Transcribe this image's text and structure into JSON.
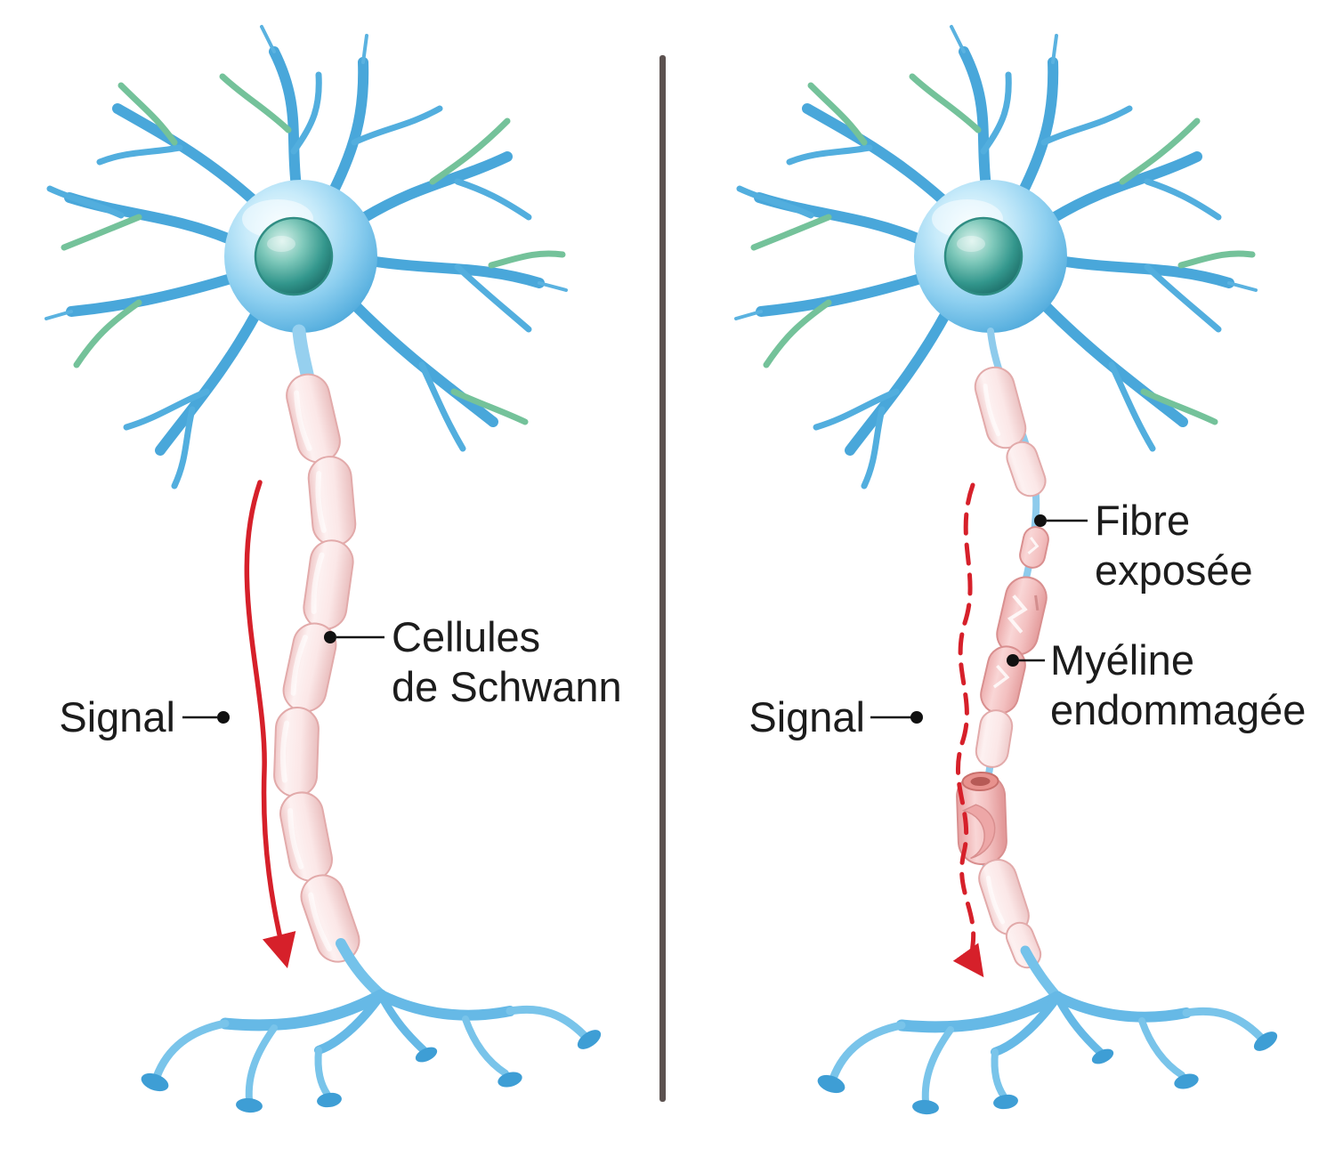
{
  "diagram": {
    "type": "medical-illustration",
    "subject": "neuron myelin comparison (healthy vs damaged)"
  },
  "labels": {
    "left": {
      "signal": "Signal",
      "schwann_line1": "Cellules",
      "schwann_line2": "de Schwann"
    },
    "right": {
      "signal": "Signal",
      "fiber_line1": "Fibre",
      "fiber_line2": "exposée",
      "myelin_line1": "Myéline",
      "myelin_line2": "endommagée"
    }
  },
  "colors": {
    "signal_arrow": "#d6202a",
    "divider": "#5c5250",
    "neuron_blue": "#49a7da",
    "dendrite_green": "#74c29a",
    "myelin_pink": "#fbe7e7",
    "damaged_pink": "#f3c0c0",
    "nucleus_teal": "#2f9489",
    "label_text": "#1c1c1c"
  }
}
